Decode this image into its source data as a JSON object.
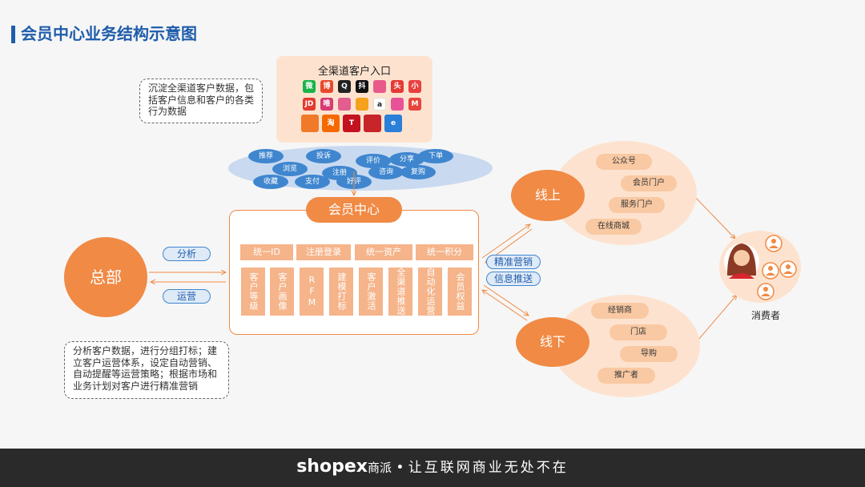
{
  "title": "会员中心业务结构示意图",
  "note_top": {
    "lines": [
      "沉淀全渠道客户数据，包",
      "括客户信息和客户的各类",
      "行为数据"
    ]
  },
  "note_bottom": {
    "lines": [
      "分析客户数据，进行分组打标；建",
      "立客户运营体系，设定自动营销、",
      "自动提醒等运营策略；根据市场和",
      "业务计划对客户进行精准营销"
    ]
  },
  "channels": {
    "title": "全渠道客户入口",
    "row1": [
      {
        "icon": "wechat-icon",
        "label": "微",
        "color": "#19b34a"
      },
      {
        "icon": "weibo-icon",
        "label": "博",
        "color": "#e8492c"
      },
      {
        "icon": "qq-icon",
        "label": "Q",
        "color": "#222222"
      },
      {
        "icon": "douyin-icon",
        "label": "抖",
        "color": "#111111"
      },
      {
        "icon": "app-icon-1",
        "label": "",
        "color": "#e85a8a"
      },
      {
        "icon": "toutiao-icon",
        "label": "头条",
        "color": "#e43a35"
      },
      {
        "icon": "mini-program-icon",
        "label": "小程序",
        "color": "#e84040"
      }
    ],
    "row2": [
      {
        "icon": "jingdong-icon",
        "label": "JD",
        "color": "#e33a30"
      },
      {
        "icon": "vip-icon",
        "label": "唯",
        "color": "#d93b74"
      },
      {
        "icon": "app-icon-2",
        "label": "",
        "color": "#e35d8e"
      },
      {
        "icon": "app-icon-3",
        "label": "",
        "color": "#f4a21c"
      },
      {
        "icon": "amazon-icon",
        "label": "a",
        "color": "#ffffff"
      },
      {
        "icon": "app-icon-4",
        "label": "",
        "color": "#e85398"
      },
      {
        "icon": "app-icon-5",
        "label": "M",
        "color": "#e8453c"
      }
    ],
    "row3": [
      {
        "icon": "app-icon-6",
        "label": "",
        "color": "#f07a2a"
      },
      {
        "icon": "taobao-icon",
        "label": "淘",
        "color": "#f56a00"
      },
      {
        "icon": "tmall-icon",
        "label": "T",
        "color": "#c4131f"
      },
      {
        "icon": "app-icon-7",
        "label": "",
        "color": "#c7252a"
      },
      {
        "icon": "app-icon-8",
        "label": "e",
        "color": "#2a7fd8"
      }
    ]
  },
  "behaviors": [
    "推荐",
    "浏览",
    "投诉",
    "注册",
    "评价",
    "分享",
    "下单",
    "收藏",
    "支付",
    "好评",
    "咨询",
    "复购"
  ],
  "member_center": {
    "title": "会员中心",
    "top_boxes": [
      "统一ID",
      "注册登录",
      "统一资产",
      "统一积分"
    ],
    "columns": [
      "客户等级",
      "客户画像",
      "RFM",
      "建模打标",
      "客户激活",
      "全渠道推送",
      "自动化运营",
      "会员权益"
    ]
  },
  "hq": {
    "label": "总部",
    "analyze": "分析",
    "operate": "运营"
  },
  "links": {
    "precise_marketing": "精准营销",
    "info_push": "信息推送"
  },
  "online": {
    "label": "线上",
    "items": [
      "公众号",
      "会员门户",
      "服务门户",
      "在线商城"
    ]
  },
  "offline": {
    "label": "线下",
    "items": [
      "经销商",
      "门店",
      "导购",
      "推广者"
    ]
  },
  "consumer": {
    "label": "消费者"
  },
  "footer": {
    "brand": "shopex",
    "brand_cn": "商派",
    "bullet": "•",
    "slogan": "让互联网商业无处不在"
  },
  "colors": {
    "accent_orange": "#f08a45",
    "accent_blue": "#1f5dab",
    "soft_peach": "#fde3cf"
  }
}
